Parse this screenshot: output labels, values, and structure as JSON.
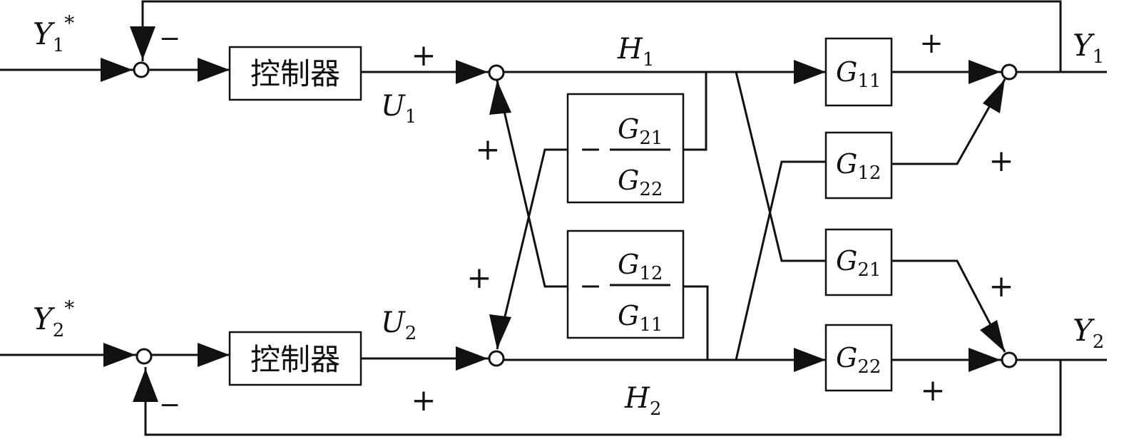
{
  "inputs": {
    "y1": {
      "letter": "Y",
      "sub": "1",
      "sup": "*"
    },
    "y2": {
      "letter": "Y",
      "sub": "2",
      "sup": "*"
    }
  },
  "outputs": {
    "y1": {
      "letter": "Y",
      "sub": "1"
    },
    "y2": {
      "letter": "Y",
      "sub": "2"
    }
  },
  "controllers": [
    "控制器",
    "控制器"
  ],
  "signals": {
    "u1": {
      "letter": "U",
      "sub": "1"
    },
    "u2": {
      "letter": "U",
      "sub": "2"
    },
    "h1": {
      "letter": "H",
      "sub": "1"
    },
    "h2": {
      "letter": "H",
      "sub": "2"
    }
  },
  "decouplers": [
    {
      "sign": "−",
      "num": {
        "letter": "G",
        "sub": "21"
      },
      "den": {
        "letter": "G",
        "sub": "22"
      }
    },
    {
      "sign": "−",
      "num": {
        "letter": "G",
        "sub": "12"
      },
      "den": {
        "letter": "G",
        "sub": "11"
      }
    }
  ],
  "plant": [
    {
      "letter": "G",
      "sub": "11"
    },
    {
      "letter": "G",
      "sub": "12"
    },
    {
      "letter": "G",
      "sub": "21"
    },
    {
      "letter": "G",
      "sub": "22"
    }
  ],
  "signs": {
    "fb1": "−",
    "fb2": "−",
    "sum1_main": "+",
    "sum1_cross": "+",
    "sum2_cross": "+",
    "sum2_main": "+",
    "out1_top": "+",
    "out1_cross": "+",
    "out2_cross": "+",
    "out2_bottom": "+"
  }
}
